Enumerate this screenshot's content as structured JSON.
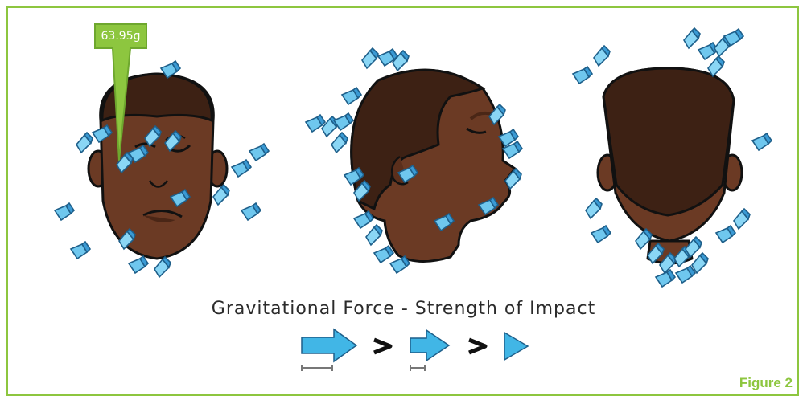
{
  "figure": {
    "label": "Figure 2",
    "caption": "Gravitational Force - Strength of Impact",
    "callout_value": "63.95g",
    "colors": {
      "border": "#8dc63f",
      "callout": "#8dc63f",
      "arrow": "#41b6e6",
      "debris": "#6fc7ee",
      "skin": "#6b3a24",
      "hair": "#3d2114"
    },
    "legend": {
      "items": [
        {
          "type": "long-arrow-icon"
        },
        {
          "type": "greater-than-icon"
        },
        {
          "type": "short-arrow-icon"
        },
        {
          "type": "greater-than-icon"
        },
        {
          "type": "triangle-arrow-icon"
        }
      ]
    },
    "views": [
      {
        "name": "front-view",
        "expression": "wincing"
      },
      {
        "name": "side-view",
        "expression": "eyes-closed"
      },
      {
        "name": "back-view",
        "expression": "none"
      }
    ]
  }
}
